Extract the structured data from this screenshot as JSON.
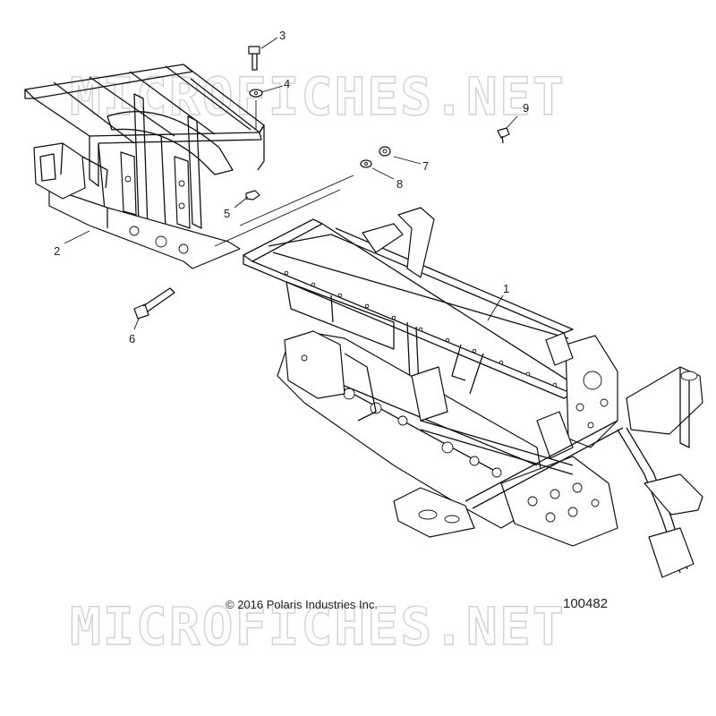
{
  "watermark": {
    "text": "MICROFICHES.NET"
  },
  "callouts": [
    "1",
    "2",
    "3",
    "4",
    "5",
    "6",
    "7",
    "8",
    "9"
  ],
  "footer": {
    "copyright": "© 2016 Polaris Industries Inc.",
    "diagram_number": "100482"
  },
  "colors": {
    "line": "#111111",
    "background": "#ffffff",
    "watermark": "#d2d2d2"
  }
}
